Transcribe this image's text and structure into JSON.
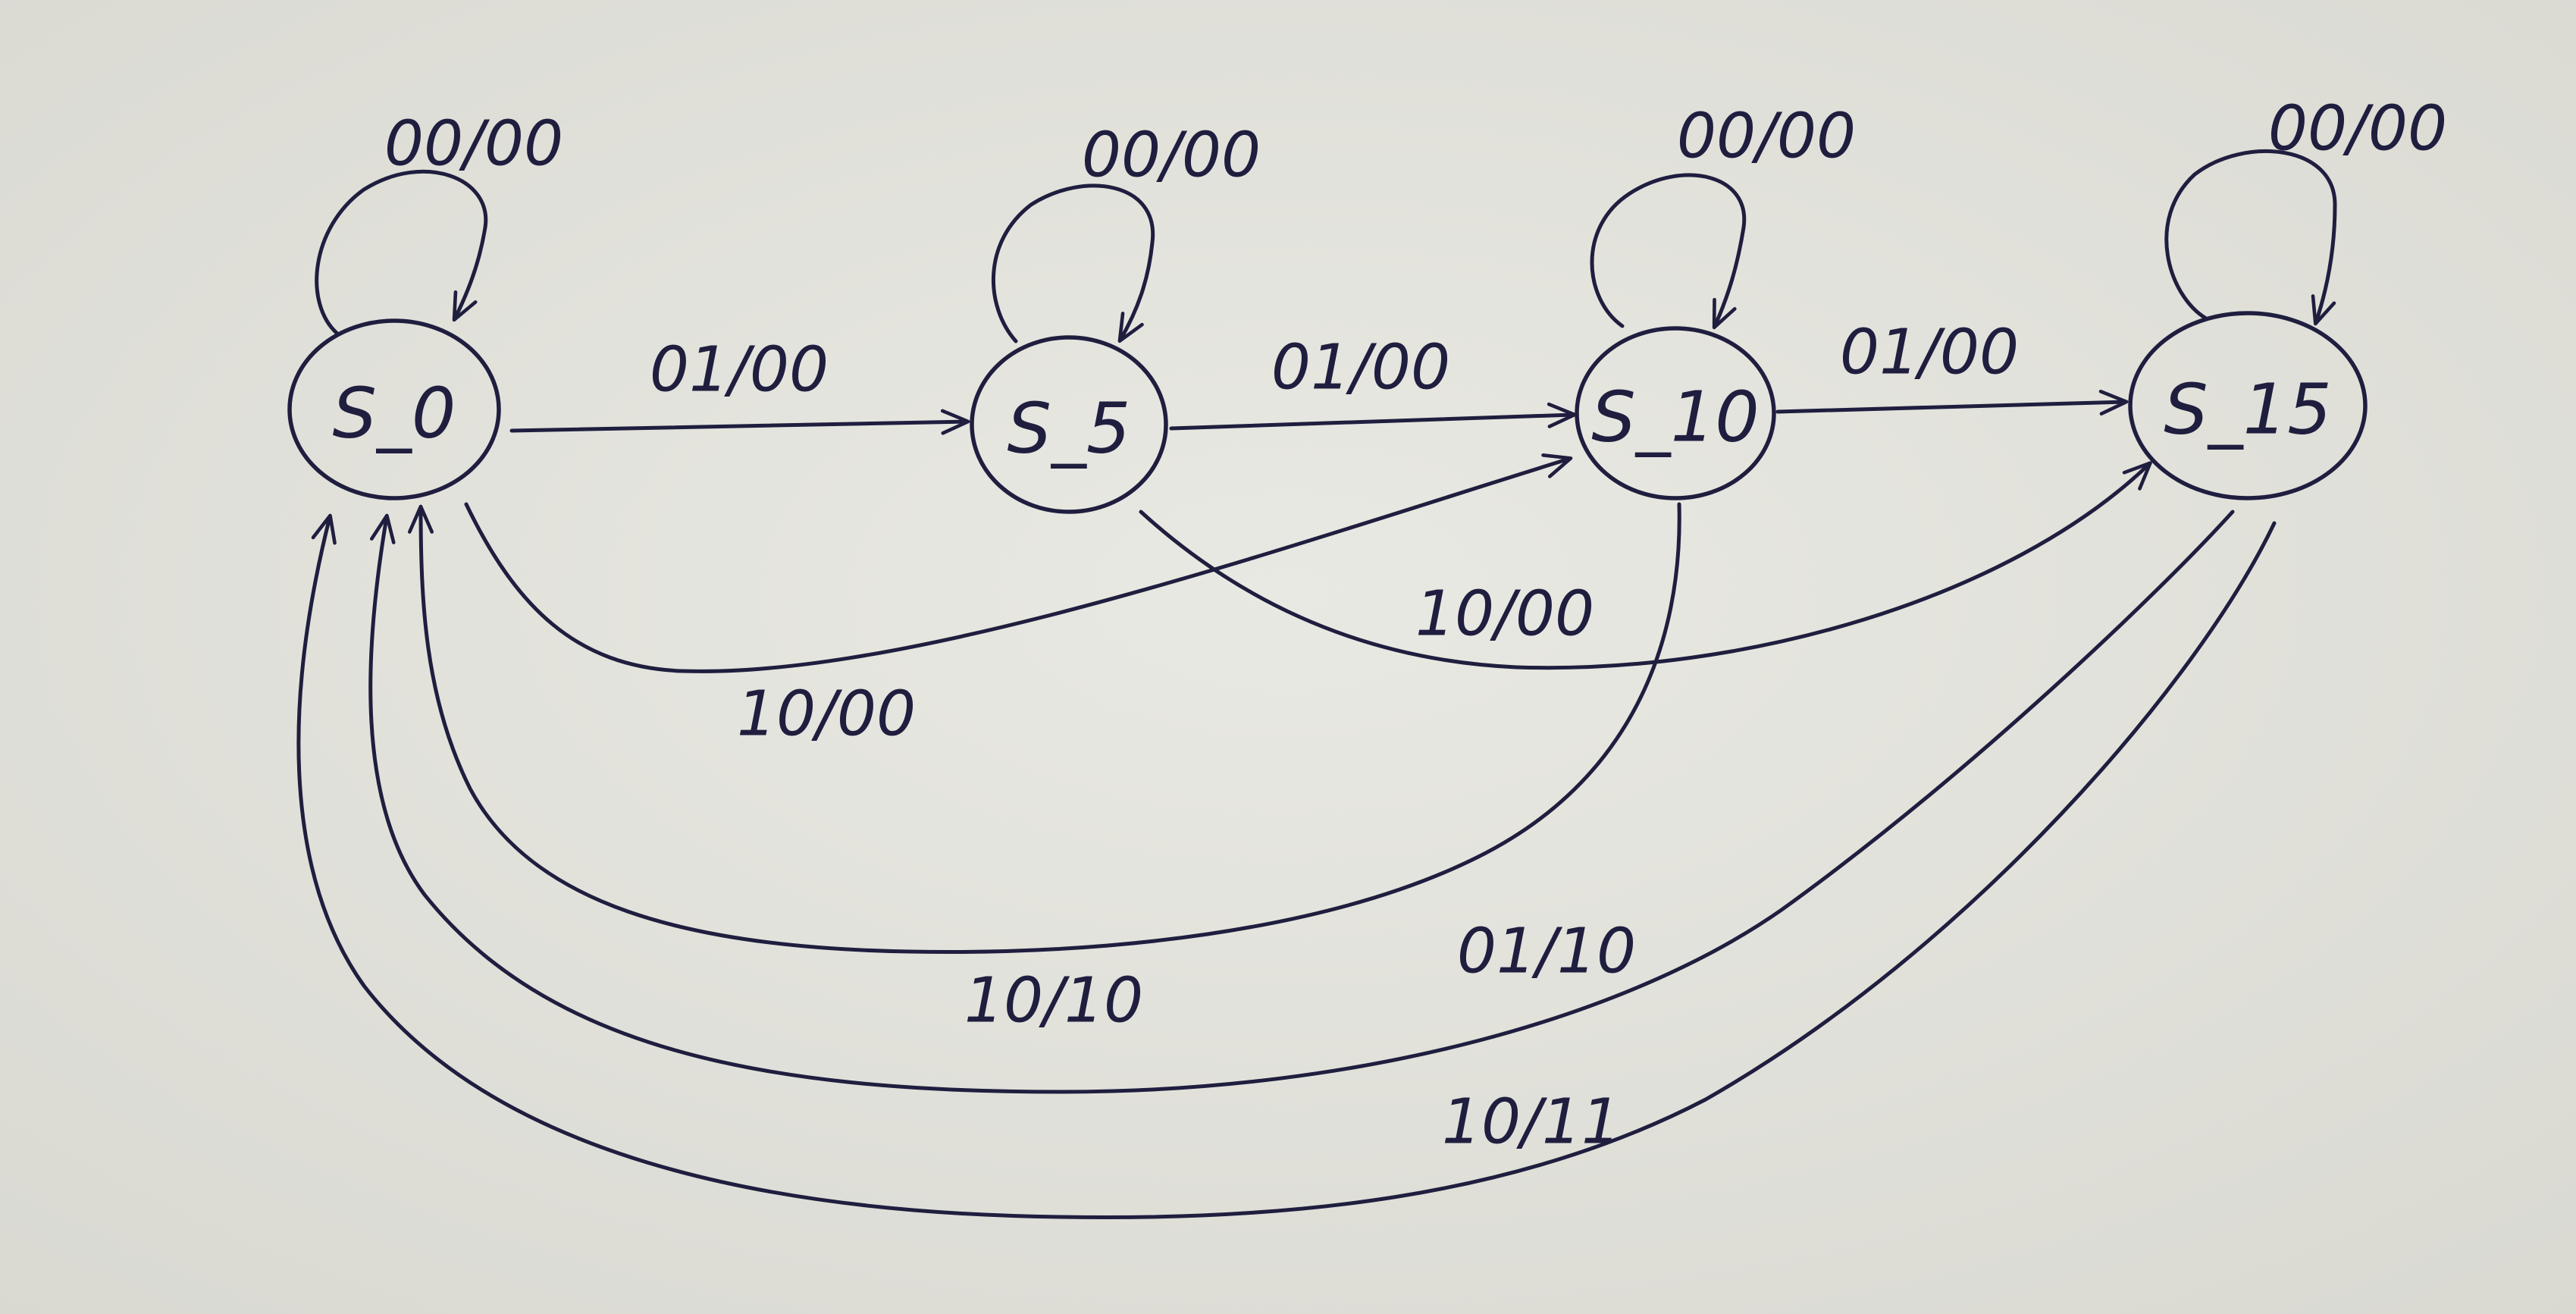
{
  "diagram": {
    "ink_color": "#1f1e3f",
    "paper_color": "#e4e4de",
    "states": [
      {
        "id": "S_0",
        "label": "S_0"
      },
      {
        "id": "S_5",
        "label": "S_5"
      },
      {
        "id": "S_10",
        "label": "S_10"
      },
      {
        "id": "S_15",
        "label": "S_15"
      }
    ],
    "transitions": [
      {
        "from": "S_0",
        "to": "S_0",
        "label": "00/00"
      },
      {
        "from": "S_5",
        "to": "S_5",
        "label": "00/00"
      },
      {
        "from": "S_10",
        "to": "S_10",
        "label": "00/00"
      },
      {
        "from": "S_15",
        "to": "S_15",
        "label": "00/00"
      },
      {
        "from": "S_0",
        "to": "S_5",
        "label": "01/00"
      },
      {
        "from": "S_5",
        "to": "S_10",
        "label": "01/00"
      },
      {
        "from": "S_10",
        "to": "S_15",
        "label": "01/00"
      },
      {
        "from": "S_0",
        "to": "S_10",
        "label": "10/00"
      },
      {
        "from": "S_5",
        "to": "S_15",
        "label": "10/00"
      },
      {
        "from": "S_10",
        "to": "S_0",
        "label": "10/10"
      },
      {
        "from": "S_15",
        "to": "S_0",
        "label": "01/10"
      },
      {
        "from": "S_15",
        "to": "S_0",
        "label": "10/11"
      }
    ]
  }
}
